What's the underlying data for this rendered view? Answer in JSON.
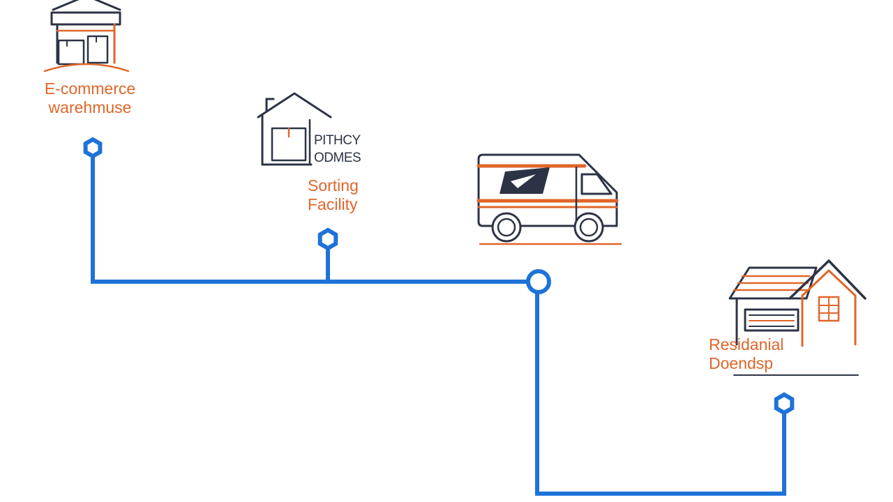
{
  "colors": {
    "route_blue": "#1e73d8",
    "accent_orange": "#e0662a",
    "navy": "#2c3345",
    "background": "#ffffff"
  },
  "nodes": [
    {
      "id": "ecommerce-warehouse",
      "icon": "warehouse-icon",
      "label_lines": [
        "E-commerce",
        "warehmuse"
      ]
    },
    {
      "id": "pitney-bowes",
      "icon": "house-with-package-icon",
      "label_lines": [
        "PITHCY",
        "ODMES"
      ]
    },
    {
      "id": "sorting-facility",
      "icon": "",
      "label_lines": [
        "Sorting",
        "Facility"
      ]
    },
    {
      "id": "usps-van",
      "icon": "delivery-van-icon",
      "label_lines": []
    },
    {
      "id": "residential-doorstep",
      "icon": "residential-house-icon",
      "label_lines": [
        "Residanial",
        "Doendsp"
      ]
    }
  ]
}
